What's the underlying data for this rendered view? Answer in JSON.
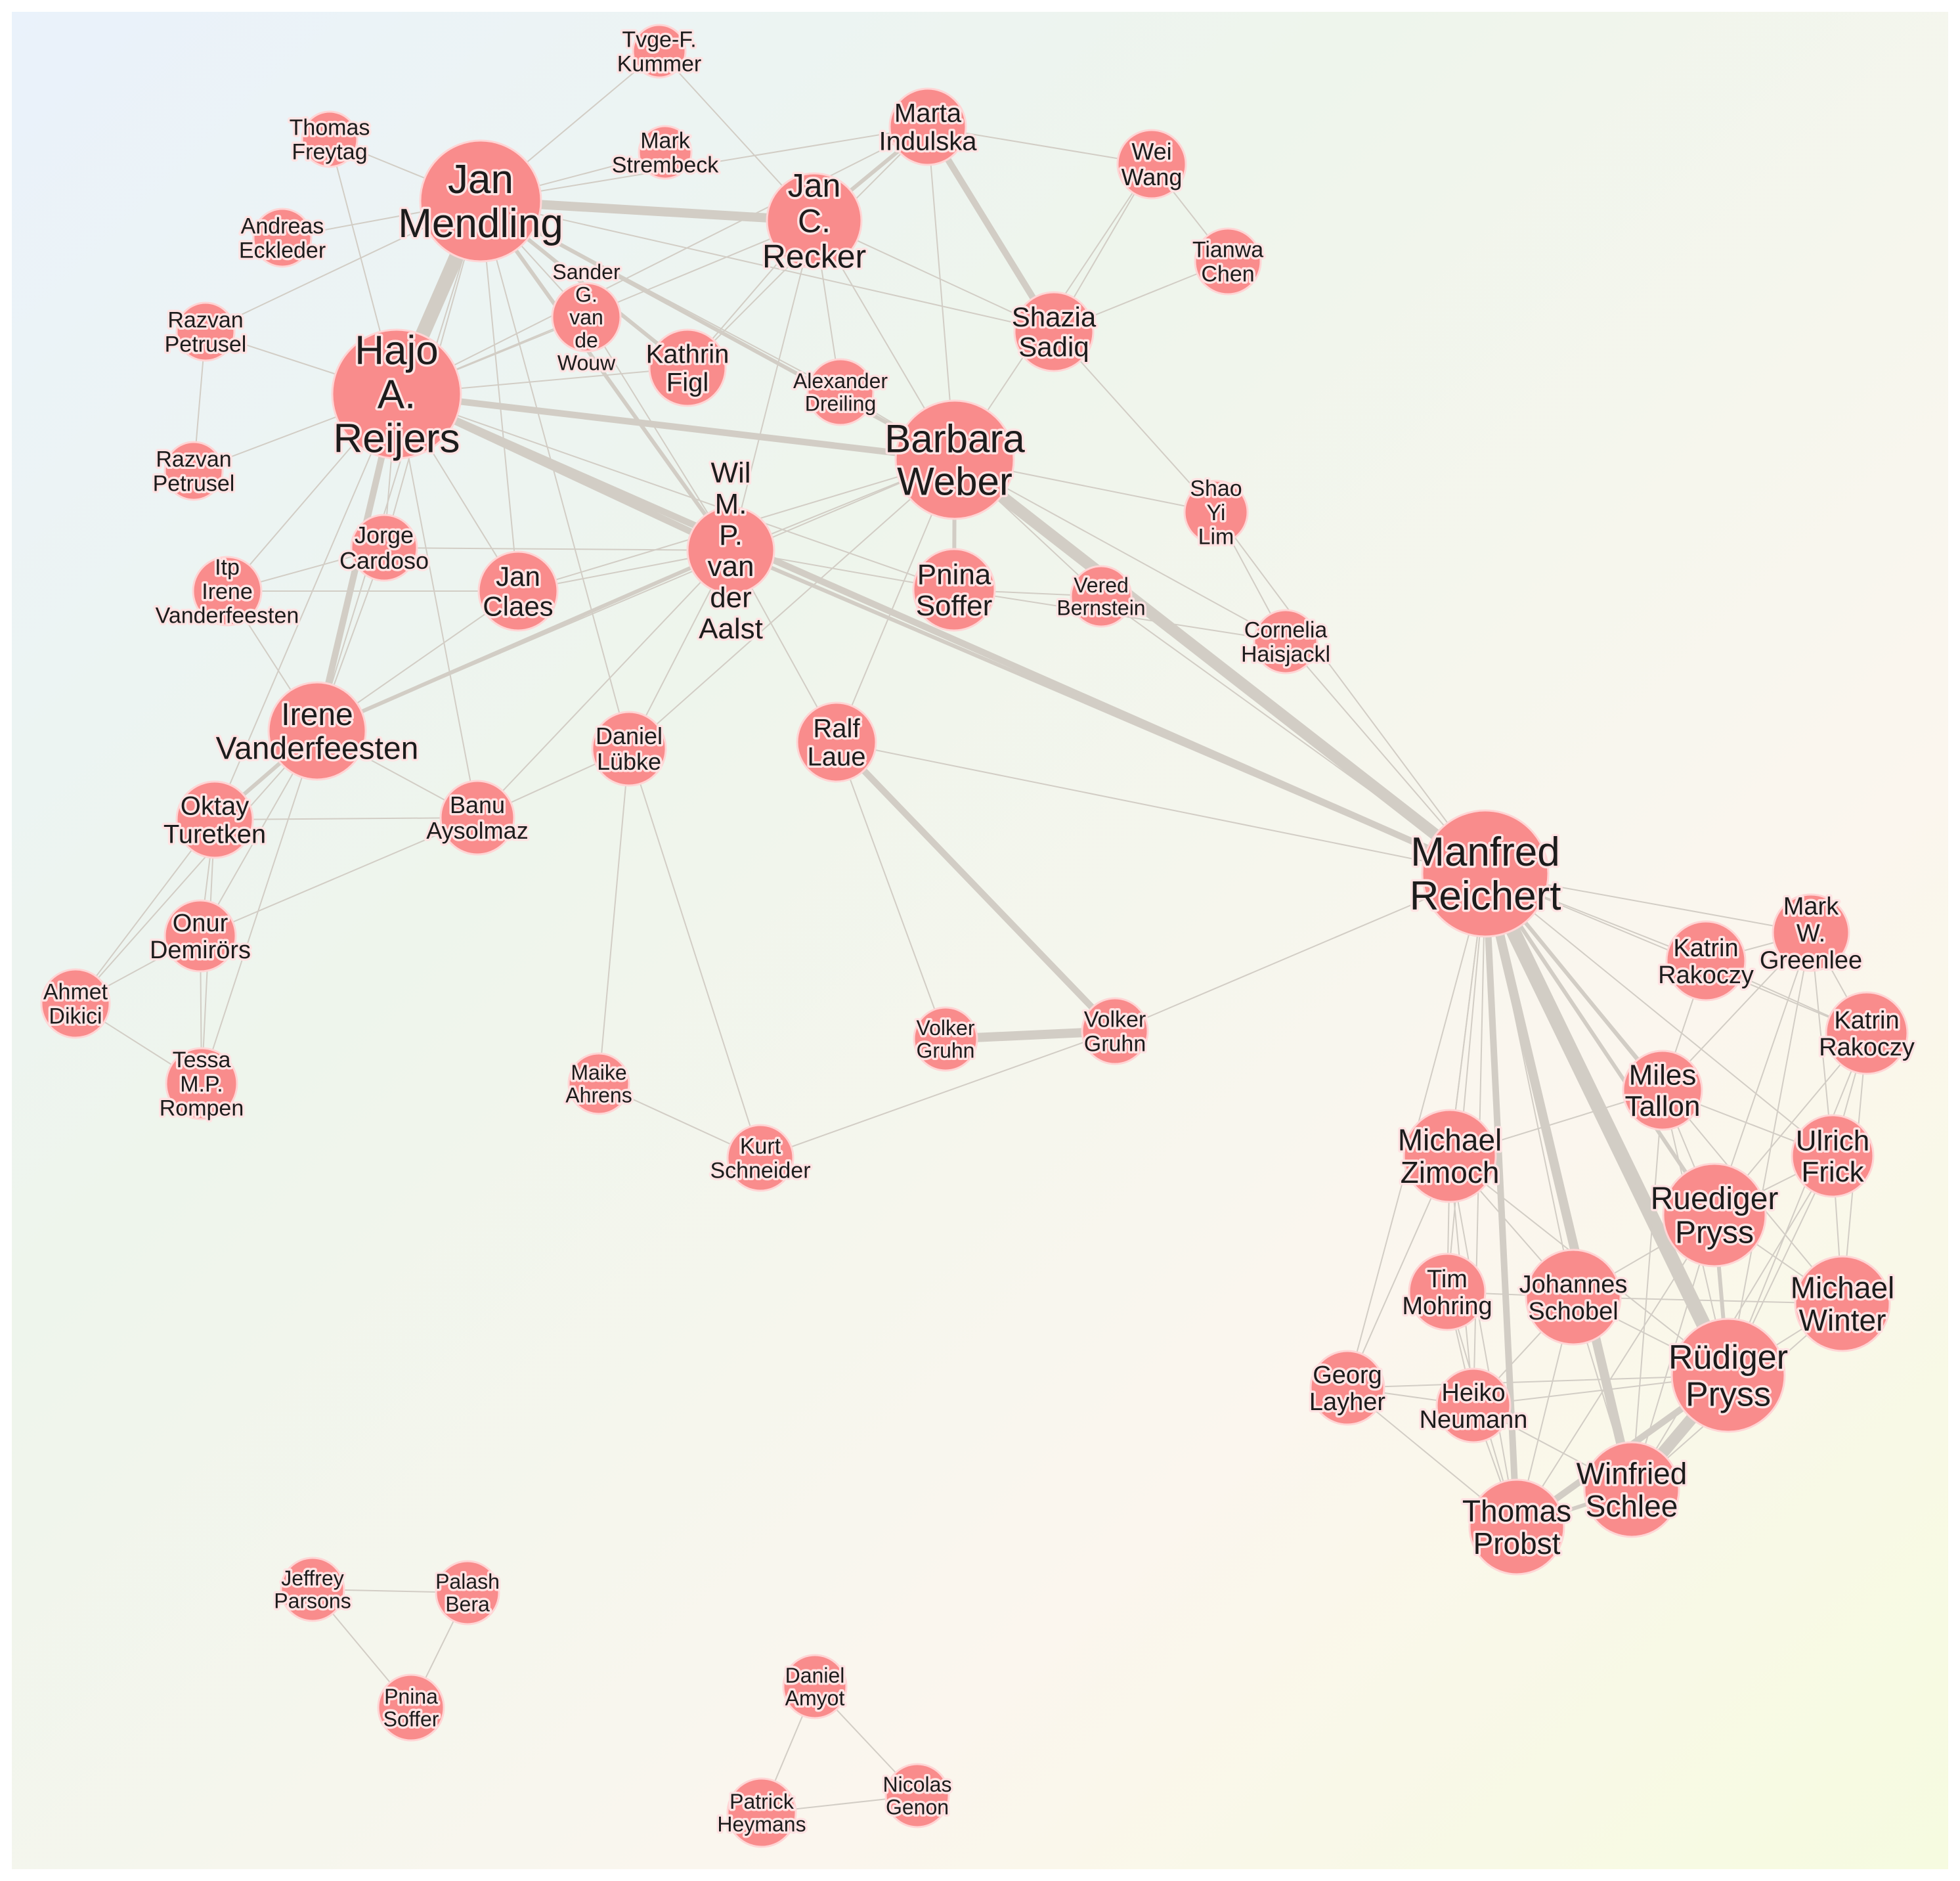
{
  "colors": {
    "node_fill": "#f98c8c",
    "node_outline": "#ffd5d5",
    "edge": "#d2cdc5",
    "label": "#1c1c1c"
  },
  "nodes": [
    {
      "id": "tvge",
      "lines": [
        "Tvge-F.",
        "Kummer"
      ]
    },
    {
      "id": "freytag",
      "lines": [
        "Thomas",
        "Freytag"
      ]
    },
    {
      "id": "mendling",
      "lines": [
        "Jan",
        "Mendling"
      ]
    },
    {
      "id": "strembeck",
      "lines": [
        "Mark",
        "Strembeck"
      ]
    },
    {
      "id": "recker",
      "lines": [
        "Jan",
        "C.",
        "Recker"
      ]
    },
    {
      "id": "indulska",
      "lines": [
        "Marta",
        "Indulska"
      ]
    },
    {
      "id": "wang",
      "lines": [
        "Wei",
        "Wang"
      ]
    },
    {
      "id": "eckleder",
      "lines": [
        "Andreas",
        "Eckleder"
      ]
    },
    {
      "id": "chen",
      "lines": [
        "Tianwa",
        "Chen"
      ]
    },
    {
      "id": "petrusel1",
      "lines": [
        "Razvan",
        "Petrusel"
      ]
    },
    {
      "id": "vandewouw",
      "lines": [
        "Sander",
        "G.",
        "van",
        "de",
        "Wouw"
      ]
    },
    {
      "id": "figl",
      "lines": [
        "Kathrin",
        "Figl"
      ]
    },
    {
      "id": "sadiq",
      "lines": [
        "Shazia",
        "Sadiq"
      ]
    },
    {
      "id": "dreiling",
      "lines": [
        "Alexander",
        "Dreiling"
      ]
    },
    {
      "id": "reijers",
      "lines": [
        "Hajo",
        "A.",
        "Reijers"
      ]
    },
    {
      "id": "weber",
      "lines": [
        "Barbara",
        "Weber"
      ]
    },
    {
      "id": "petrusel2",
      "lines": [
        "Razvan",
        "Petrusel"
      ]
    },
    {
      "id": "lim",
      "lines": [
        "Shao",
        "Yi",
        "Lim"
      ]
    },
    {
      "id": "cardoso",
      "lines": [
        "Jorge",
        "Cardoso"
      ]
    },
    {
      "id": "vdaalst",
      "lines": [
        "Wil",
        "M.",
        "P.",
        "van",
        "der",
        "Aalst"
      ]
    },
    {
      "id": "itp",
      "lines": [
        "Itp",
        "Irene",
        "Vanderfeesten"
      ]
    },
    {
      "id": "claes",
      "lines": [
        "Jan",
        "Claes"
      ]
    },
    {
      "id": "soffer1",
      "lines": [
        "Pnina",
        "Soffer"
      ]
    },
    {
      "id": "bernstein",
      "lines": [
        "Vered",
        "Bernstein"
      ]
    },
    {
      "id": "haisjackl",
      "lines": [
        "Cornelia",
        "Haisjackl"
      ]
    },
    {
      "id": "vanderfeesten",
      "lines": [
        "Irene",
        "Vanderfeesten"
      ]
    },
    {
      "id": "lubke",
      "lines": [
        "Daniel",
        "Lübke"
      ]
    },
    {
      "id": "laue",
      "lines": [
        "Ralf",
        "Laue"
      ]
    },
    {
      "id": "turetken",
      "lines": [
        "Oktay",
        "Turetken"
      ]
    },
    {
      "id": "aysolmaz",
      "lines": [
        "Banu",
        "Aysolmaz"
      ]
    },
    {
      "id": "reichert",
      "lines": [
        "Manfred",
        "Reichert"
      ]
    },
    {
      "id": "greenlee",
      "lines": [
        "Mark",
        "W.",
        "Greenlee"
      ]
    },
    {
      "id": "rakoczy1",
      "lines": [
        "Katrin",
        "Rakoczy"
      ]
    },
    {
      "id": "demirors",
      "lines": [
        "Onur",
        "Demirörs"
      ]
    },
    {
      "id": "rakoczy2",
      "lines": [
        "Katrin",
        "Rakoczy"
      ]
    },
    {
      "id": "dikici",
      "lines": [
        "Ahmet",
        "Dikici"
      ]
    },
    {
      "id": "gruhn1",
      "lines": [
        "Volker",
        "Gruhn"
      ]
    },
    {
      "id": "gruhn2",
      "lines": [
        "Volker",
        "Gruhn"
      ]
    },
    {
      "id": "ahrens",
      "lines": [
        "Maike",
        "Ahrens"
      ]
    },
    {
      "id": "tallon",
      "lines": [
        "Miles",
        "Tallon"
      ]
    },
    {
      "id": "rompen",
      "lines": [
        "Tessa",
        "M.P.",
        "Rompen"
      ]
    },
    {
      "id": "zimoch",
      "lines": [
        "Michael",
        "Zimoch"
      ]
    },
    {
      "id": "frick",
      "lines": [
        "Ulrich",
        "Frick"
      ]
    },
    {
      "id": "schneider",
      "lines": [
        "Kurt",
        "Schneider"
      ]
    },
    {
      "id": "pryss1",
      "lines": [
        "Ruediger",
        "Pryss"
      ]
    },
    {
      "id": "mohring",
      "lines": [
        "Tim",
        "Mohring"
      ]
    },
    {
      "id": "schobel",
      "lines": [
        "Johannes",
        "Schobel"
      ]
    },
    {
      "id": "winter",
      "lines": [
        "Michael",
        "Winter"
      ]
    },
    {
      "id": "layher",
      "lines": [
        "Georg",
        "Layher"
      ]
    },
    {
      "id": "neumann",
      "lines": [
        "Heiko",
        "Neumann"
      ]
    },
    {
      "id": "pryss2",
      "lines": [
        "Rüdiger",
        "Pryss"
      ]
    },
    {
      "id": "schlee",
      "lines": [
        "Winfried",
        "Schlee"
      ]
    },
    {
      "id": "probst",
      "lines": [
        "Thomas",
        "Probst"
      ]
    },
    {
      "id": "parsons",
      "lines": [
        "Jeffrey",
        "Parsons"
      ]
    },
    {
      "id": "bera",
      "lines": [
        "Palash",
        "Bera"
      ]
    },
    {
      "id": "soffer2",
      "lines": [
        "Pnina",
        "Soffer"
      ]
    },
    {
      "id": "amyot",
      "lines": [
        "Daniel",
        "Amyot"
      ]
    },
    {
      "id": "genon",
      "lines": [
        "Nicolas",
        "Genon"
      ]
    },
    {
      "id": "heymans",
      "lines": [
        "Patrick",
        "Heymans"
      ]
    }
  ],
  "edges": [
    [
      "mendling",
      "reijers",
      6
    ],
    [
      "mendling",
      "recker",
      4
    ],
    [
      "mendling",
      "tvge",
      1
    ],
    [
      "mendling",
      "freytag",
      1
    ],
    [
      "mendling",
      "strembeck",
      1
    ],
    [
      "mendling",
      "eckleder",
      1
    ],
    [
      "mendling",
      "petrusel1",
      1
    ],
    [
      "mendling",
      "vandewouw",
      1
    ],
    [
      "mendling",
      "figl",
      2
    ],
    [
      "mendling",
      "weber",
      2
    ],
    [
      "mendling",
      "vdaalst",
      2
    ],
    [
      "mendling",
      "cardoso",
      1
    ],
    [
      "mendling",
      "claes",
      1
    ],
    [
      "mendling",
      "vanderfeesten",
      1
    ],
    [
      "mendling",
      "dreiling",
      1
    ],
    [
      "mendling",
      "indulska",
      1
    ],
    [
      "mendling",
      "sadiq",
      1
    ],
    [
      "mendling",
      "lubke",
      1
    ],
    [
      "recker",
      "indulska",
      2
    ],
    [
      "recker",
      "weber",
      1
    ],
    [
      "recker",
      "vdaalst",
      1
    ],
    [
      "recker",
      "figl",
      1
    ],
    [
      "recker",
      "reijers",
      1
    ],
    [
      "recker",
      "tvge",
      1
    ],
    [
      "recker",
      "dreiling",
      1
    ],
    [
      "recker",
      "sadiq",
      1
    ],
    [
      "indulska",
      "sadiq",
      3
    ],
    [
      "indulska",
      "wang",
      1
    ],
    [
      "indulska",
      "figl",
      1
    ],
    [
      "indulska",
      "weber",
      1
    ],
    [
      "indulska",
      "reijers",
      1
    ],
    [
      "wang",
      "sadiq",
      1
    ],
    [
      "wang",
      "chen",
      1
    ],
    [
      "sadiq",
      "chen",
      1
    ],
    [
      "wang",
      "weber",
      1
    ],
    [
      "sadiq",
      "lim",
      1
    ],
    [
      "reijers",
      "vanderfeesten",
      3
    ],
    [
      "reijers",
      "vdaalst",
      3
    ],
    [
      "reijers",
      "weber",
      3
    ],
    [
      "reijers",
      "cardoso",
      1
    ],
    [
      "reijers",
      "claes",
      1
    ],
    [
      "reijers",
      "petrusel1",
      1
    ],
    [
      "reijers",
      "petrusel2",
      1
    ],
    [
      "reijers",
      "itp",
      1
    ],
    [
      "reijers",
      "turetken",
      1
    ],
    [
      "reijers",
      "aysolmaz",
      1
    ],
    [
      "reijers",
      "soffer1",
      1
    ],
    [
      "reijers",
      "freytag",
      1
    ],
    [
      "reijers",
      "reichert",
      3
    ],
    [
      "reijers",
      "figl",
      1
    ],
    [
      "reijers",
      "vandewouw",
      1
    ],
    [
      "vdaalst",
      "vanderfeesten",
      2
    ],
    [
      "vdaalst",
      "weber",
      1
    ],
    [
      "vdaalst",
      "claes",
      1
    ],
    [
      "vdaalst",
      "cardoso",
      1
    ],
    [
      "vdaalst",
      "lubke",
      1
    ],
    [
      "vdaalst",
      "laue",
      1
    ],
    [
      "vdaalst",
      "soffer1",
      1
    ],
    [
      "vdaalst",
      "reichert",
      2
    ],
    [
      "vdaalst",
      "mendling",
      1
    ],
    [
      "vdaalst",
      "vandewouw",
      1
    ],
    [
      "weber",
      "reichert",
      5
    ],
    [
      "weber",
      "soffer1",
      2
    ],
    [
      "weber",
      "bernstein",
      1
    ],
    [
      "weber",
      "haisjackl",
      1
    ],
    [
      "weber",
      "lim",
      1
    ],
    [
      "weber",
      "claes",
      1
    ],
    [
      "weber",
      "vanderfeesten",
      1
    ],
    [
      "weber",
      "lubke",
      1
    ],
    [
      "weber",
      "laue",
      1
    ],
    [
      "weber",
      "dreiling",
      1
    ],
    [
      "haisjackl",
      "lim",
      1
    ],
    [
      "haisjackl",
      "soffer1",
      1
    ],
    [
      "bernstein",
      "soffer1",
      1
    ],
    [
      "vanderfeesten",
      "turetken",
      2
    ],
    [
      "vanderfeesten",
      "aysolmaz",
      1
    ],
    [
      "vanderfeesten",
      "demirors",
      1
    ],
    [
      "vanderfeesten",
      "itp",
      1
    ],
    [
      "vanderfeesten",
      "cardoso",
      1
    ],
    [
      "vanderfeesten",
      "claes",
      1
    ],
    [
      "vanderfeesten",
      "rompen",
      1
    ],
    [
      "vanderfeesten",
      "dikici",
      1
    ],
    [
      "turetken",
      "demirors",
      1
    ],
    [
      "turetken",
      "dikici",
      1
    ],
    [
      "turetken",
      "aysolmaz",
      1
    ],
    [
      "turetken",
      "rompen",
      1
    ],
    [
      "demirors",
      "dikici",
      1
    ],
    [
      "demirors",
      "rompen",
      1
    ],
    [
      "dikici",
      "rompen",
      1
    ],
    [
      "aysolmaz",
      "demirors",
      1
    ],
    [
      "petrusel1",
      "petrusel2",
      1
    ],
    [
      "itp",
      "cardoso",
      1
    ],
    [
      "itp",
      "claes",
      1
    ],
    [
      "aysolmaz",
      "lubke",
      1
    ],
    [
      "aysolmaz",
      "vdaalst",
      1
    ],
    [
      "lubke",
      "ahrens",
      1
    ],
    [
      "lubke",
      "schneider",
      1
    ],
    [
      "ahrens",
      "schneider",
      1
    ],
    [
      "schneider",
      "gruhn2",
      1
    ],
    [
      "laue",
      "gruhn2",
      3
    ],
    [
      "laue",
      "gruhn1",
      1
    ],
    [
      "laue",
      "reichert",
      1
    ],
    [
      "gruhn1",
      "gruhn2",
      4
    ],
    [
      "gruhn2",
      "reichert",
      1
    ],
    [
      "reichert",
      "pryss2",
      6
    ],
    [
      "reichert",
      "schlee",
      4
    ],
    [
      "reichert",
      "probst",
      3
    ],
    [
      "reichert",
      "pryss1",
      2
    ],
    [
      "reichert",
      "tallon",
      2
    ],
    [
      "reichert",
      "zimoch",
      1
    ],
    [
      "reichert",
      "frick",
      1
    ],
    [
      "reichert",
      "greenlee",
      1
    ],
    [
      "reichert",
      "rakoczy1",
      1
    ],
    [
      "reichert",
      "rakoczy2",
      1
    ],
    [
      "reichert",
      "winter",
      1
    ],
    [
      "reichert",
      "mohring",
      1
    ],
    [
      "reichert",
      "schobel",
      1
    ],
    [
      "reichert",
      "layher",
      1
    ],
    [
      "reichert",
      "neumann",
      1
    ],
    [
      "reichert",
      "lim",
      1
    ],
    [
      "reichert",
      "haisjackl",
      1
    ],
    [
      "reichert",
      "bernstein",
      1
    ],
    [
      "reichert",
      "zimoch",
      1
    ],
    [
      "pryss2",
      "schlee",
      5
    ],
    [
      "pryss2",
      "probst",
      3
    ],
    [
      "pryss2",
      "pryss1",
      2
    ],
    [
      "pryss2",
      "tallon",
      1
    ],
    [
      "pryss2",
      "winter",
      1
    ],
    [
      "pryss2",
      "frick",
      1
    ],
    [
      "pryss2",
      "schobel",
      1
    ],
    [
      "pryss2",
      "neumann",
      1
    ],
    [
      "pryss2",
      "layher",
      1
    ],
    [
      "pryss2",
      "greenlee",
      1
    ],
    [
      "pryss2",
      "rakoczy2",
      1
    ],
    [
      "pryss2",
      "zimoch",
      1
    ],
    [
      "schlee",
      "probst",
      2
    ],
    [
      "schlee",
      "pryss1",
      1
    ],
    [
      "schlee",
      "schobel",
      1
    ],
    [
      "schlee",
      "neumann",
      1
    ],
    [
      "schlee",
      "winter",
      1
    ],
    [
      "schlee",
      "frick",
      1
    ],
    [
      "schlee",
      "tallon",
      1
    ],
    [
      "probst",
      "schobel",
      1
    ],
    [
      "probst",
      "neumann",
      1
    ],
    [
      "probst",
      "layher",
      1
    ],
    [
      "probst",
      "zimoch",
      1
    ],
    [
      "probst",
      "mohring",
      1
    ],
    [
      "probst",
      "pryss1",
      1
    ],
    [
      "pryss1",
      "tallon",
      1
    ],
    [
      "pryss1",
      "frick",
      1
    ],
    [
      "pryss1",
      "winter",
      1
    ],
    [
      "pryss1",
      "schobel",
      1
    ],
    [
      "pryss1",
      "greenlee",
      1
    ],
    [
      "pryss1",
      "rakoczy2",
      1
    ],
    [
      "tallon",
      "frick",
      1
    ],
    [
      "tallon",
      "rakoczy1",
      1
    ],
    [
      "tallon",
      "greenlee",
      1
    ],
    [
      "tallon",
      "zimoch",
      1
    ],
    [
      "frick",
      "winter",
      1
    ],
    [
      "frick",
      "rakoczy2",
      1
    ],
    [
      "greenlee",
      "rakoczy1",
      1
    ],
    [
      "greenlee",
      "rakoczy2",
      1
    ],
    [
      "rakoczy1",
      "rakoczy2",
      1
    ],
    [
      "greenlee",
      "frick",
      1
    ],
    [
      "zimoch",
      "mohring",
      1
    ],
    [
      "zimoch",
      "schobel",
      1
    ],
    [
      "zimoch",
      "layher",
      1
    ],
    [
      "zimoch",
      "neumann",
      1
    ],
    [
      "mohring",
      "schobel",
      1
    ],
    [
      "mohring",
      "neumann",
      1
    ],
    [
      "layher",
      "neumann",
      1
    ],
    [
      "schobel",
      "neumann",
      1
    ],
    [
      "schobel",
      "winter",
      1
    ],
    [
      "winter",
      "rakoczy2",
      1
    ],
    [
      "parsons",
      "bera",
      1
    ],
    [
      "parsons",
      "soffer2",
      1
    ],
    [
      "bera",
      "soffer2",
      1
    ],
    [
      "amyot",
      "genon",
      1
    ],
    [
      "amyot",
      "heymans",
      1
    ],
    [
      "genon",
      "heymans",
      1
    ]
  ]
}
